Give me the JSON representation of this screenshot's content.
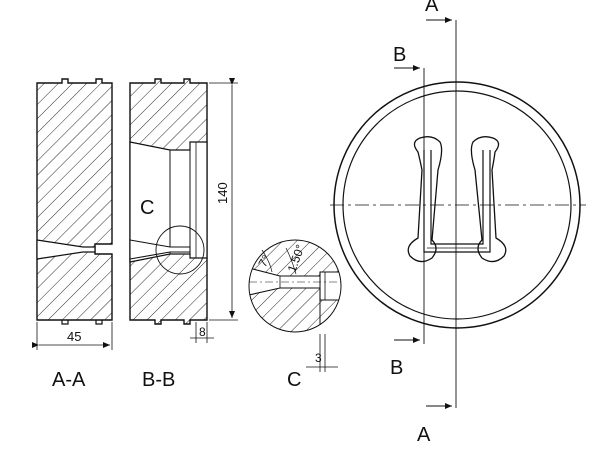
{
  "dimensions": {
    "width_aa": "45",
    "height_bb": "140",
    "step_bb": "8",
    "detail_c": "3"
  },
  "angles": {
    "a1": "7°",
    "a2": "1.50°"
  },
  "labels": {
    "section_aa": "A-A",
    "section_bb": "B-B",
    "detail_c": "C",
    "detail_c_marker": "C",
    "cut_a_top": "A",
    "cut_a_bottom": "A",
    "cut_b_top": "B",
    "cut_b_bottom": "B"
  },
  "colors": {
    "line": "#111111",
    "background": "#ffffff"
  }
}
